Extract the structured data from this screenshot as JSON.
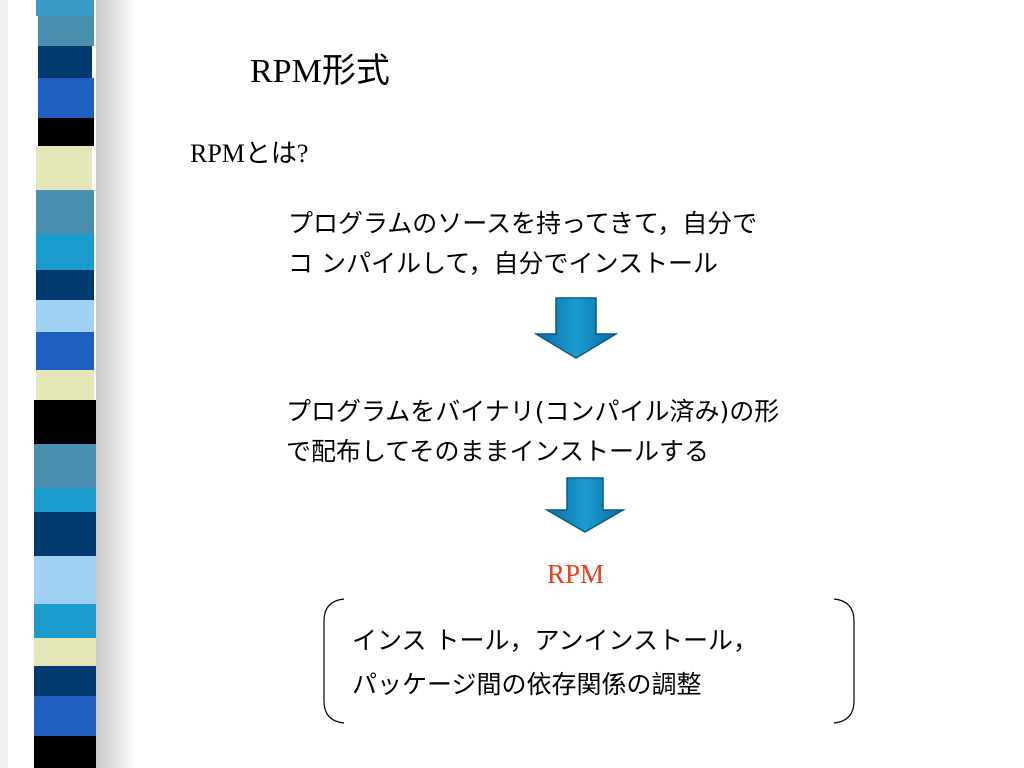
{
  "slide": {
    "title": "RPM形式",
    "subtitle": "RPMとは?",
    "paragraph1": {
      "line1": "プログラムのソースを持ってきて，自分で",
      "line2": "コ ンパイルして，自分でインストール"
    },
    "paragraph2": {
      "line1": "プログラムをバイナリ(コンパイル済み)の形",
      "line2": "で配布してそのままインストールする"
    },
    "result_label": "RPM",
    "box": {
      "line1": "インス トール，アンインストール，",
      "line2": "パッケージ間の依存関係の調整"
    }
  },
  "colors": {
    "accent_red": "#e8401c",
    "arrow_fill": "#1a9ccf",
    "stripe_colors": [
      "#003a6e",
      "#3a9bc9",
      "#1f5fbf",
      "#e4e6b8",
      "#000000",
      "#9fd1f5",
      "#4a8fb0"
    ]
  },
  "icons": {
    "arrow": "down-arrow-icon",
    "stripe": "decorative-stripe"
  }
}
